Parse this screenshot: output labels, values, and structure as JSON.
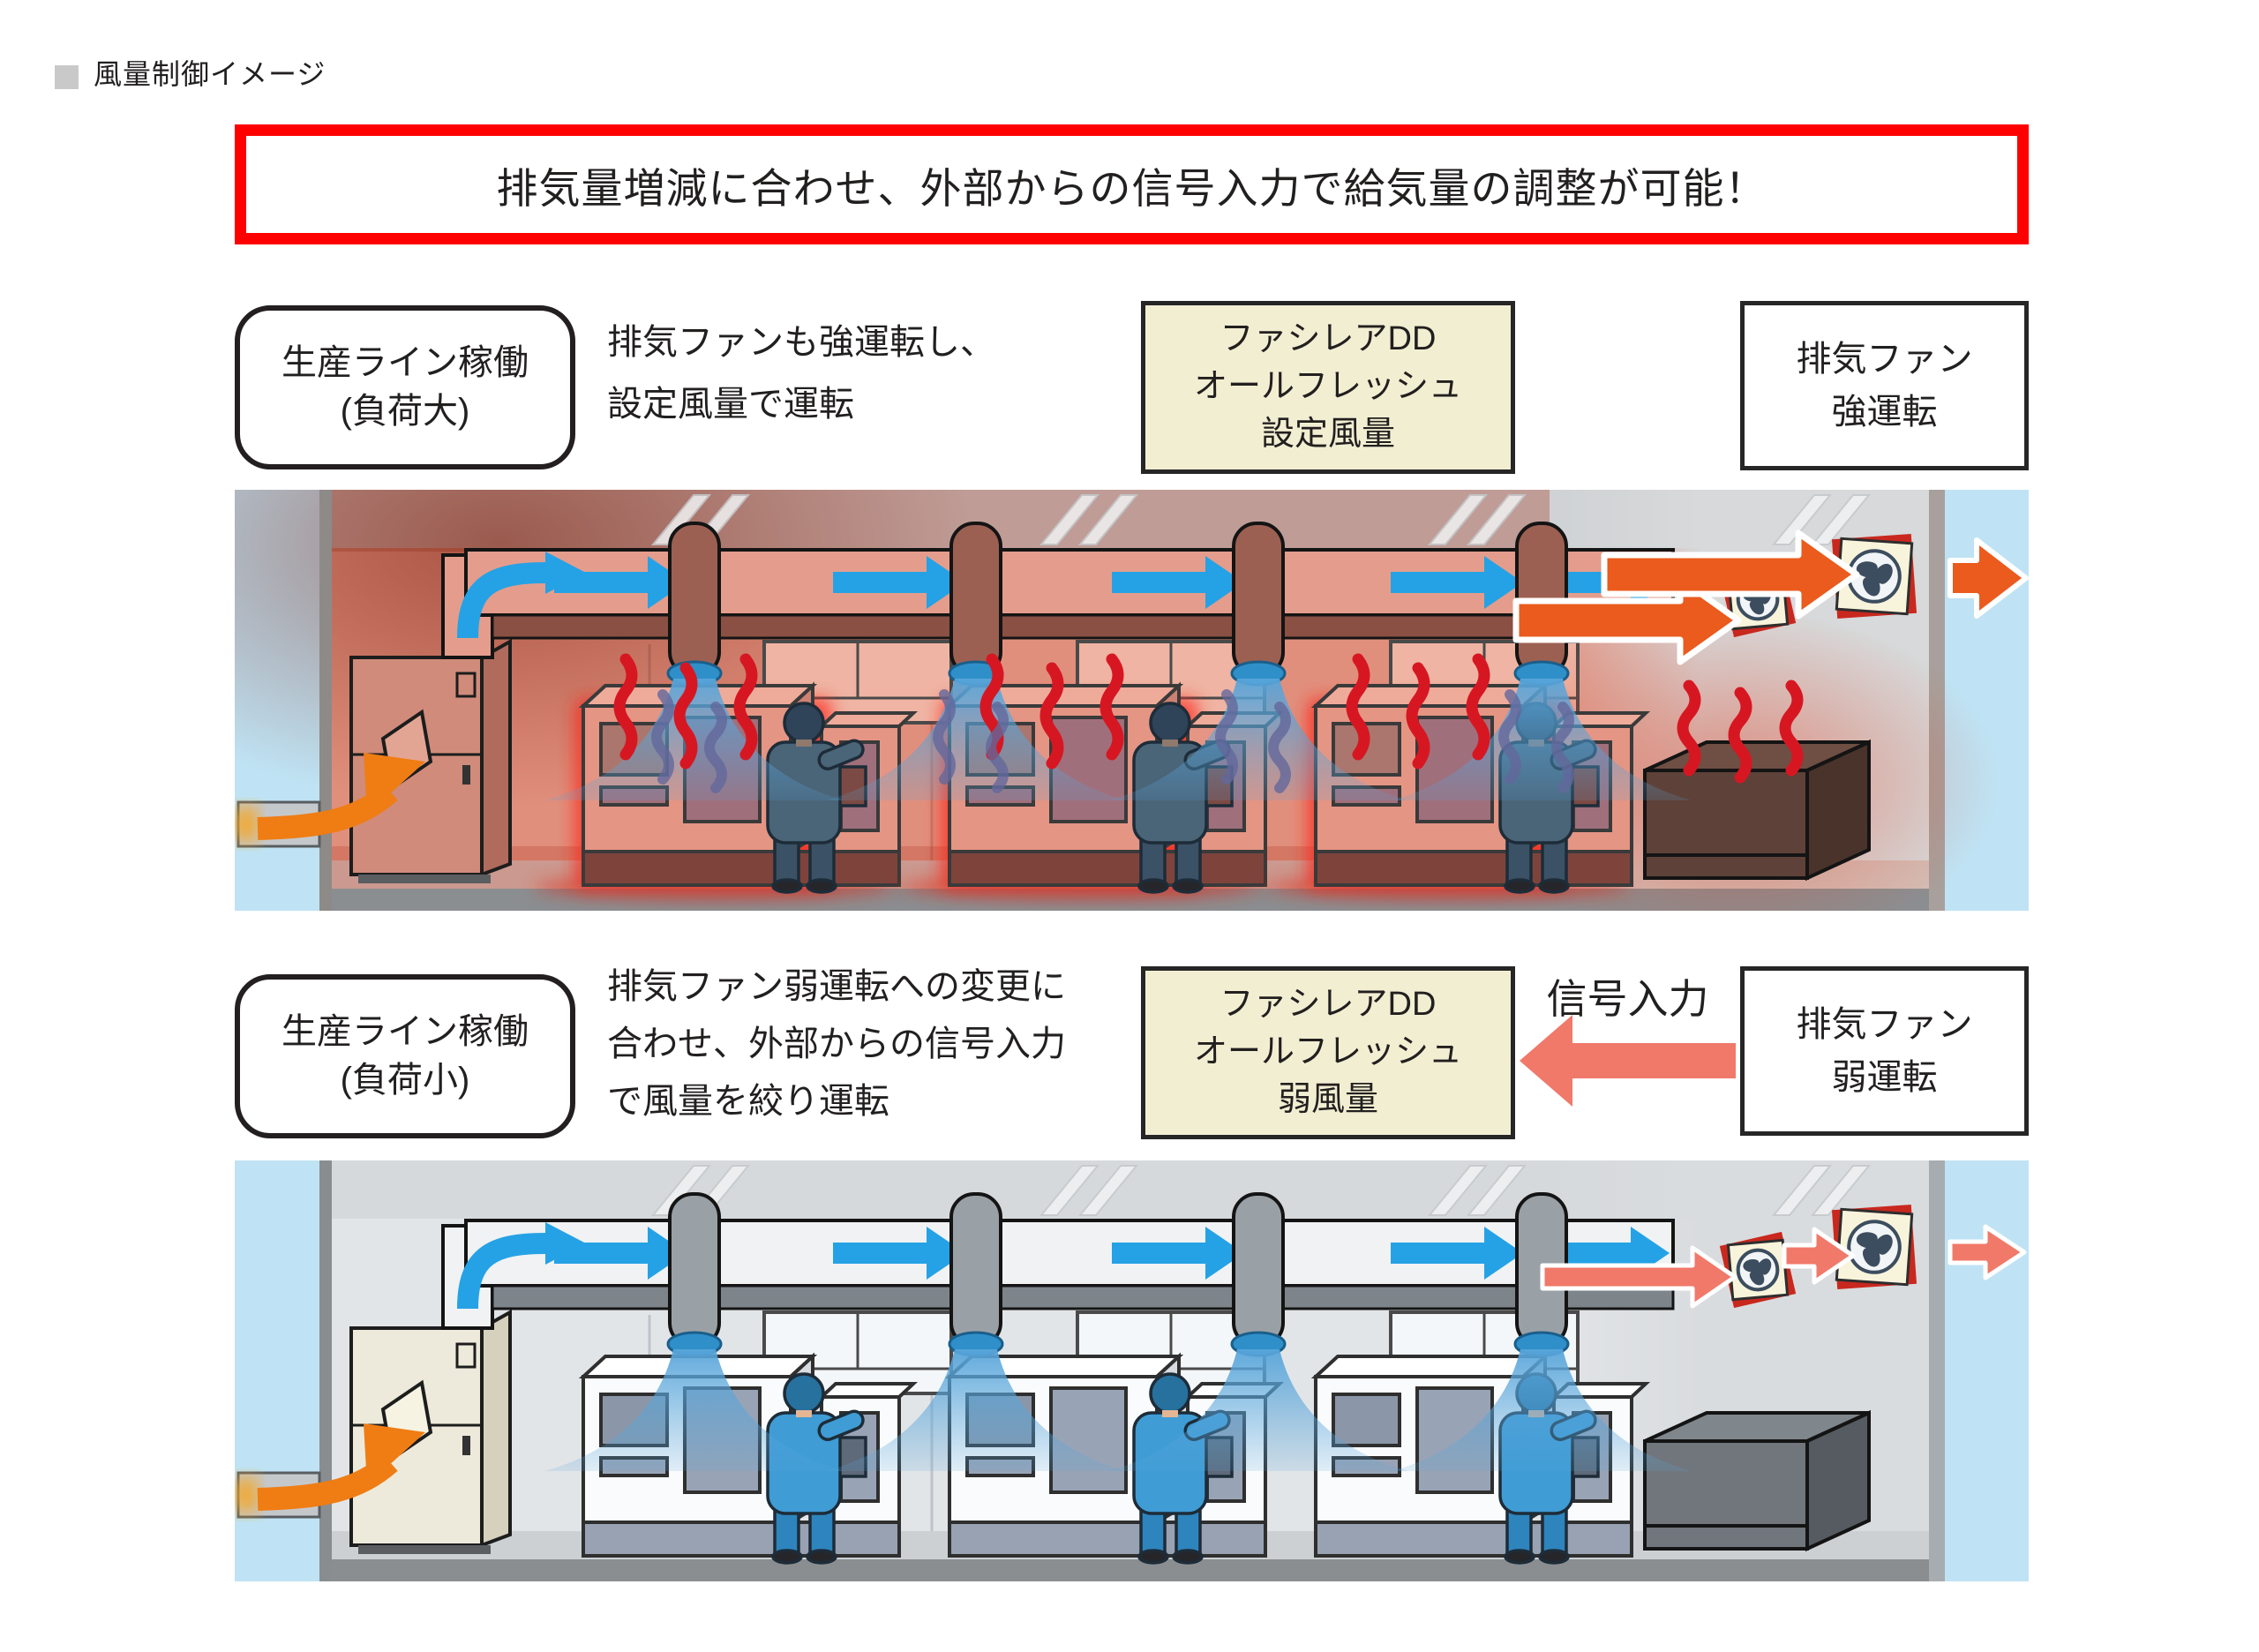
{
  "header": {
    "title": "風量制御イメージ"
  },
  "banner": {
    "text": "排気量増減に合わせ、外部からの信号入力で給気量の調整が可能！"
  },
  "high_load": {
    "condition": {
      "line1": "生産ライン稼働",
      "line2": "(負荷大)"
    },
    "description": {
      "line1": "排気ファンも強運転し、",
      "line2": "設定風量で運転"
    },
    "unit_box": {
      "line1": "ファシレアDD",
      "line2": "オールフレッシュ",
      "line3": "設定風量"
    },
    "fan_box": {
      "line1": "排気ファン",
      "line2": "強運転"
    }
  },
  "low_load": {
    "condition": {
      "line1": "生産ライン稼働",
      "line2": "(負荷小)"
    },
    "description": {
      "line1": "排気ファン弱運転への変更に",
      "line2": "合わせ、外部からの信号入力",
      "line3": "で風量を絞り運転"
    },
    "unit_box": {
      "line1": "ファシレアDD",
      "line2": "オールフレッシュ",
      "line3": "弱風量"
    },
    "signal_label": "信号入力",
    "fan_box": {
      "line1": "排気ファン",
      "line2": "弱運転"
    }
  },
  "colors": {
    "banner_red": "#fe0000",
    "box_beige": "#f2eed2",
    "box_border": "#262626",
    "supply_arrow_blue": "#25a2e5",
    "exhaust_arrow_orange": "#ea5b1d",
    "signal_arrow_salmon": "#f0796a",
    "outside_air_blue": "#bfe3f4",
    "heat_wave_red": "#d61722",
    "heat_wave_purple": "#63689b",
    "supply_air_cone": "#58a5da",
    "intake_arrow_orange": "#ef7d14",
    "fan_frame_red": "#c9281e"
  }
}
